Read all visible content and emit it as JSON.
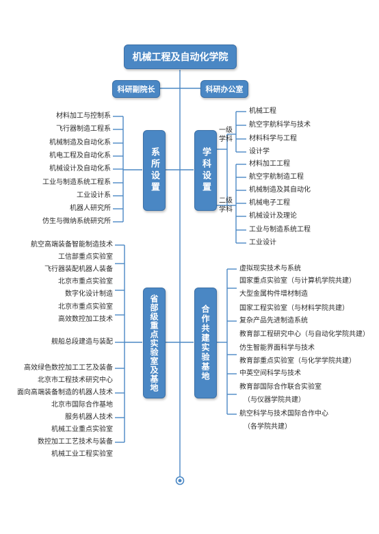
{
  "title": "机械工程及自动化学院",
  "top_left": "科研副院长",
  "top_right": "科研办公室",
  "dept_box": "系所设置",
  "dept_items": [
    "材料加工与控制系",
    "飞行器制造工程系",
    "机械制造及自动化系",
    "机电工程及自动化系",
    "机械设计及自动化系",
    "工业与制造系统工程系",
    "工业设计系",
    "机器人研究所",
    "仿生与微纳系统研究所"
  ],
  "discipline_box": "学科设置",
  "level1_label": [
    "一级",
    "学科"
  ],
  "level1_items": [
    "机械工程",
    "航空宇航科学与技术",
    "材料科学与工程",
    "设计学"
  ],
  "level2_label": [
    "二级",
    "学科"
  ],
  "level2_items": [
    "材料加工工程",
    "航空宇航制造工程",
    "机械制造及其自动化",
    "机械电子工程",
    "机械设计及理论",
    "工业与制造系统工程",
    "工业设计"
  ],
  "provincial_box": "省部级重点实验室及基地",
  "provincial_items": [
    "航空高端装备智能制造技术",
    "工信部重点实验室",
    "飞行器装配机器人装备",
    "北京市重点实验室",
    "数字化设计制造",
    "北京市重点实验室",
    "高效数控加工技术",
    "舰船总段建造与装配",
    "高效绿色数控加工工艺及装备",
    "北京市工程技术研究中心",
    "面向高端装备制造的机器人技术",
    "北京市国际合作基地",
    "服务机器人技术",
    "机械工业重点实验室",
    "数控加工工艺技术与装备",
    "机械工业工程实验室"
  ],
  "coop_box": "合作共建实验基地",
  "coop_items": [
    "虚拟现实技术与系统",
    "国家重点实验室（与计算机学院共建）",
    "大型金属构件增材制造",
    "国家工程实验室（与材料学院共建）",
    "复杂产品先进制造系统",
    "教育部工程研究中心（与自动化学院共建）",
    "仿生智能界面科学与技术",
    "教育部重点实验室（与化学学院共建）",
    "中英空间科学与技术",
    "教育部国际合作联合实验室",
    "（与仪器学院共建）",
    "航空科学与技术国际合作中心",
    "（各学院共建）"
  ],
  "colors": {
    "box": "#4a87c4",
    "line": "#4a87c4"
  }
}
